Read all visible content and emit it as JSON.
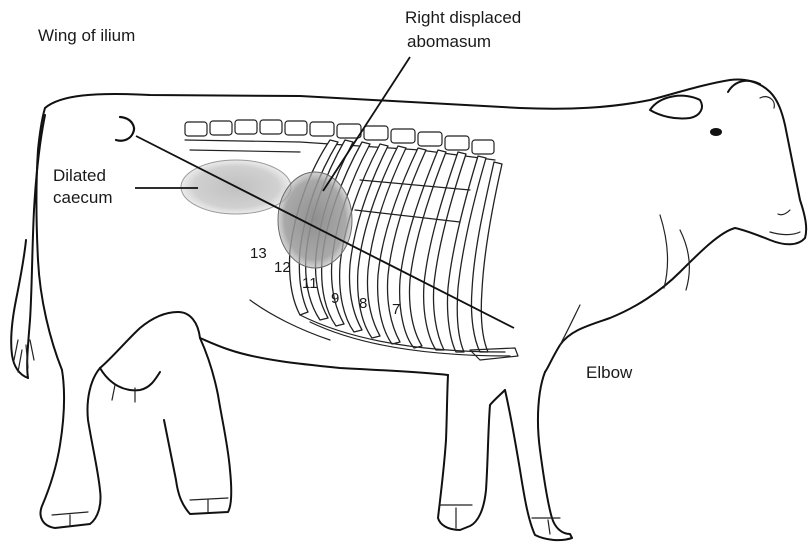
{
  "labels": {
    "wing_of_ilium": "Wing of ilium",
    "right_displaced_abomasum_line1": "Right displaced",
    "right_displaced_abomasum_line2": "abomasum",
    "dilated_caecum_line1": "Dilated",
    "dilated_caecum_line2": "caecum",
    "elbow": "Elbow"
  },
  "rib_numbers": [
    "13",
    "12",
    "11",
    "9",
    "8",
    "7"
  ],
  "colors": {
    "outline": "#111111",
    "caecum_fill": "#a8a8a8",
    "abomasum_fill": "#7a7a7a"
  }
}
